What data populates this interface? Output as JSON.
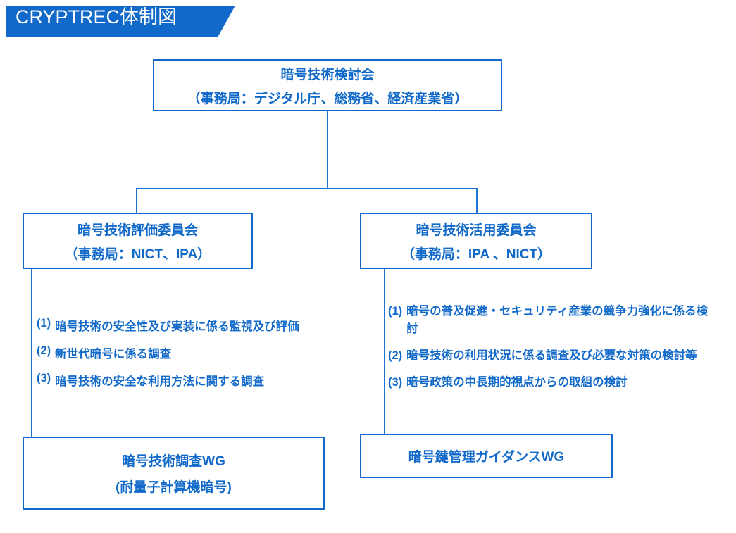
{
  "banner": {
    "title": "CRYPTREC体制図",
    "background_color": "#1169C9",
    "text_color": "#FFFFFF"
  },
  "theme": {
    "accent_color": "#1169C9",
    "line_color": "#1F76D2",
    "frame_color": "#9A9A9A",
    "background_color": "#FFFFFF"
  },
  "nodes": {
    "top": {
      "line1": "暗号技術検討会",
      "line2": "（事務局：デジタル庁、総務省、経済産業省）"
    },
    "committee_eval": {
      "line1": "暗号技術評価委員会",
      "line2": "（事務局：NICT、IPA）"
    },
    "committee_util": {
      "line1": "暗号技術活用委員会",
      "line2": "（事務局：IPA 、NICT）"
    },
    "wg_left": {
      "line1": "暗号技術調査WG",
      "line2": "(耐量子計算機暗号)"
    },
    "wg_right": {
      "line1": "暗号鍵管理ガイダンスWG"
    }
  },
  "tasks_eval": [
    {
      "marker": "(1)",
      "text": "暗号技術の安全性及び実装に係る監視及び評価"
    },
    {
      "marker": "(2)",
      "text": "新世代暗号に係る調査"
    },
    {
      "marker": "(3)",
      "text": "暗号技術の安全な利用方法に関する調査"
    }
  ],
  "tasks_util": [
    {
      "marker": "(1)",
      "text": "暗号の普及促進・セキュリティ産業の競争力強化に係る検討"
    },
    {
      "marker": "(2)",
      "text": "暗号技術の利用状況に係る調査及び必要な対策の検討等"
    },
    {
      "marker": "(3)",
      "text": "暗号政策の中長期的視点からの取組の検討"
    }
  ]
}
